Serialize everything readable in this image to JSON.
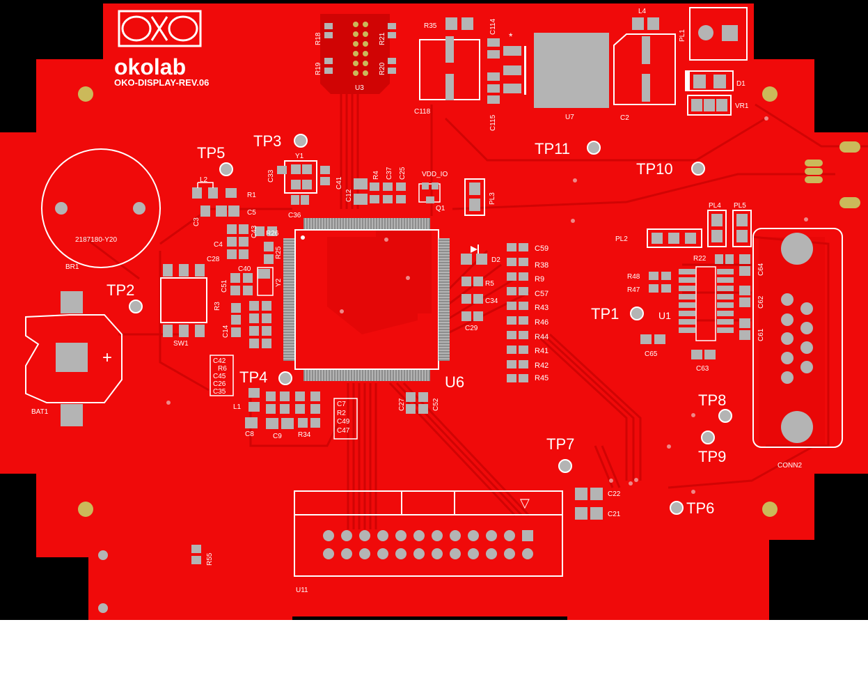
{
  "colors": {
    "board": "#f00a0a",
    "board_dark": "#c40606",
    "trace": "#d80505",
    "pad": "#b4b4b4",
    "mount_hole": "#cbb95a",
    "silk": "#ffffff",
    "background": "#000000"
  },
  "logo": {
    "brand": "okolab",
    "revision": "OKO-DISPLAY-REV.06",
    "icon": "okolab-logo-icon"
  },
  "components": {
    "battery_holder": {
      "ref": "BR1",
      "part": "2187180-Y20"
    },
    "battery": {
      "ref": "BAT1",
      "polarity": "+"
    },
    "switch": {
      "ref": "SW1"
    },
    "mcu": {
      "ref": "U6"
    },
    "regulator": {
      "ref": "U7"
    },
    "header_ic": {
      "ref": "U3"
    },
    "driver_ic": {
      "ref": "U1"
    },
    "connector": {
      "ref": "CONN2"
    },
    "ribbon_header": {
      "ref": "U11",
      "pin1_marker": "▽"
    },
    "crystal_y1": "Y1",
    "crystal_y2": "Y2",
    "transistor": "Q1",
    "power_label": "VDD_IO",
    "diode_d1": "D1",
    "diode_d2": "D2",
    "vreg_vr1": "VR1",
    "inductor_l1": "L1",
    "inductor_l2": "L2",
    "inductor_l4": "L4",
    "cap_c2": "C2",
    "plug_pl1": "PL1",
    "plug_pl2": "PL2",
    "plug_pl3": "PL3",
    "plug_pl4": "PL4",
    "plug_pl5": "PL5"
  },
  "test_points": [
    "TP1",
    "TP2",
    "TP3",
    "TP4",
    "TP5",
    "TP6",
    "TP7",
    "TP8",
    "TP9",
    "TP10",
    "TP11"
  ],
  "labels": {
    "r18": "R18",
    "r19": "R19",
    "r21": "R21",
    "r20": "R20",
    "r35": "R35",
    "c114": "C114",
    "c118": "C118",
    "c115": "C115",
    "star": "*",
    "r1": "R1",
    "c5": "C5",
    "c3": "C3",
    "c4": "C4",
    "c28": "C28",
    "c43": "C43",
    "r26": "R26",
    "r25": "R25",
    "c40": "C40",
    "c51": "C51",
    "r3": "R3",
    "c14": "C14",
    "c33": "C33",
    "c36": "C36",
    "c41": "C41",
    "c12": "C12",
    "r4": "R4",
    "c37": "C37",
    "c25": "C25",
    "c59": "C59",
    "r38": "R38",
    "r9": "R9",
    "c57": "C57",
    "r43": "R43",
    "r46": "R46",
    "r44": "R44",
    "r41": "R41",
    "r42": "R42",
    "r45": "R45",
    "r5": "R5",
    "c34": "C34",
    "c29": "C29",
    "c27": "C27",
    "c52": "C52",
    "c8": "C8",
    "c9": "C9",
    "r34": "R34",
    "c7": "C7",
    "r2": "R2",
    "c49": "C49",
    "c47": "C47",
    "c42": "C42",
    "r6": "R6",
    "c45": "C45",
    "c26": "C26",
    "c35": "C35",
    "r22": "R22",
    "r48": "R48",
    "r47": "R47",
    "c65": "C65",
    "c63": "C63",
    "c64": "C64",
    "c62": "C62",
    "c61": "C61",
    "c22": "C22",
    "c21": "C21",
    "r55": "R55"
  }
}
